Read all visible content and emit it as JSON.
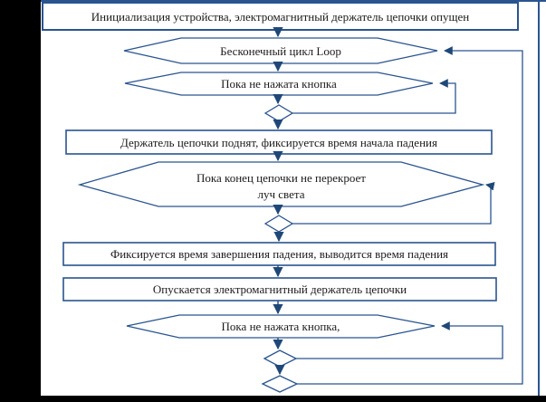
{
  "document": {
    "kind": "flowchart-page",
    "language": "ru",
    "colors": {
      "paper": "#ffffff",
      "page_margin": "#000000",
      "line": "#2a5490",
      "text": "#1b1b1b"
    }
  },
  "flowchart": {
    "nodes": {
      "init": {
        "type": "process",
        "label": "Инициализация устройства, электромагнитный держатель цепочки опущен"
      },
      "loop_forever": {
        "type": "loop-limit",
        "label": "Бесконечный цикл Loop"
      },
      "wait_button_1": {
        "type": "loop-limit",
        "label": "Пока не нажата кнопка"
      },
      "raise_holder": {
        "type": "process",
        "label": "Держатель цепочки поднят, фиксируется время начала падения"
      },
      "wait_beam": {
        "type": "loop-limit",
        "label_line1": "Пока конец цепочки не перекроет",
        "label_line2": "луч света"
      },
      "fix_time": {
        "type": "process",
        "label": "Фиксируется время завершения падения, выводится время падения"
      },
      "lower_holder": {
        "type": "process",
        "label": "Опускается электромагнитный держатель цепочки"
      },
      "wait_button_2": {
        "type": "loop-limit",
        "label": "Пока не нажата кнопка,"
      },
      "loop_end_connectors": {
        "type": "decision-connector",
        "count": 4,
        "label": ""
      }
    }
  }
}
